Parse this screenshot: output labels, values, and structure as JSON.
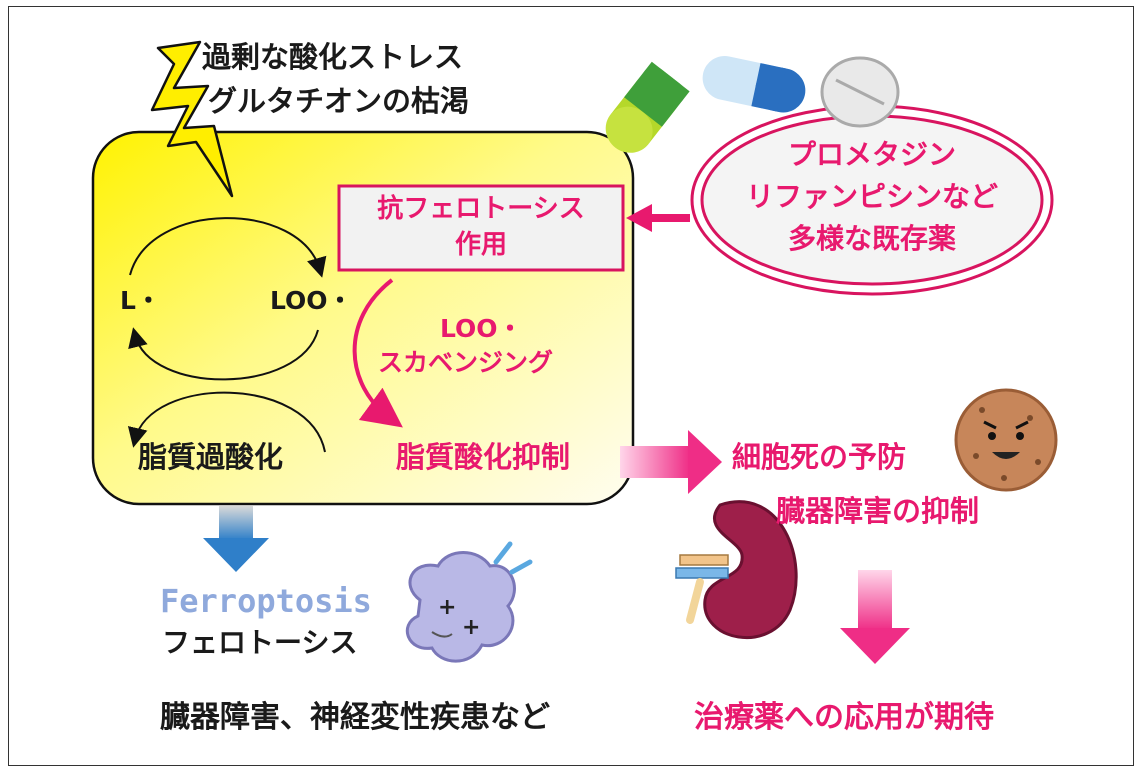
{
  "trigger": {
    "line1": "過剰な酸化ストレス",
    "line2": "グルタチオンの枯渇"
  },
  "cycle": {
    "l_radical": "L・",
    "loo_radical": "LOO・",
    "lipid_peroxidation": "脂質過酸化"
  },
  "anti_ferroptosis_box": {
    "line1": "抗フェロトーシス",
    "line2": "作用"
  },
  "drugs_ellipse": {
    "line1": "プロメタジン",
    "line2": "リファンピシンなど",
    "line3": "多様な既存薬"
  },
  "scavenging": {
    "line1": "LOO・",
    "line2": "スカベンジング"
  },
  "inhibition": "脂質酸化抑制",
  "outcomes": {
    "cell_death_prevention": "細胞死の予防",
    "organ_damage_suppression": "臓器障害の抑制",
    "therapy_expectation": "治療薬への応用が期待"
  },
  "ferroptosis": {
    "english": "Ferroptosis",
    "japanese": "フェロトーシス",
    "diseases": "臓器障害、神経変性疾患など"
  },
  "colors": {
    "accent_pink": "#e8196e",
    "box_yellow": "#fff35a",
    "ferroptosis_blue": "#8fa9dc",
    "text_dark": "#1a1a1a"
  }
}
